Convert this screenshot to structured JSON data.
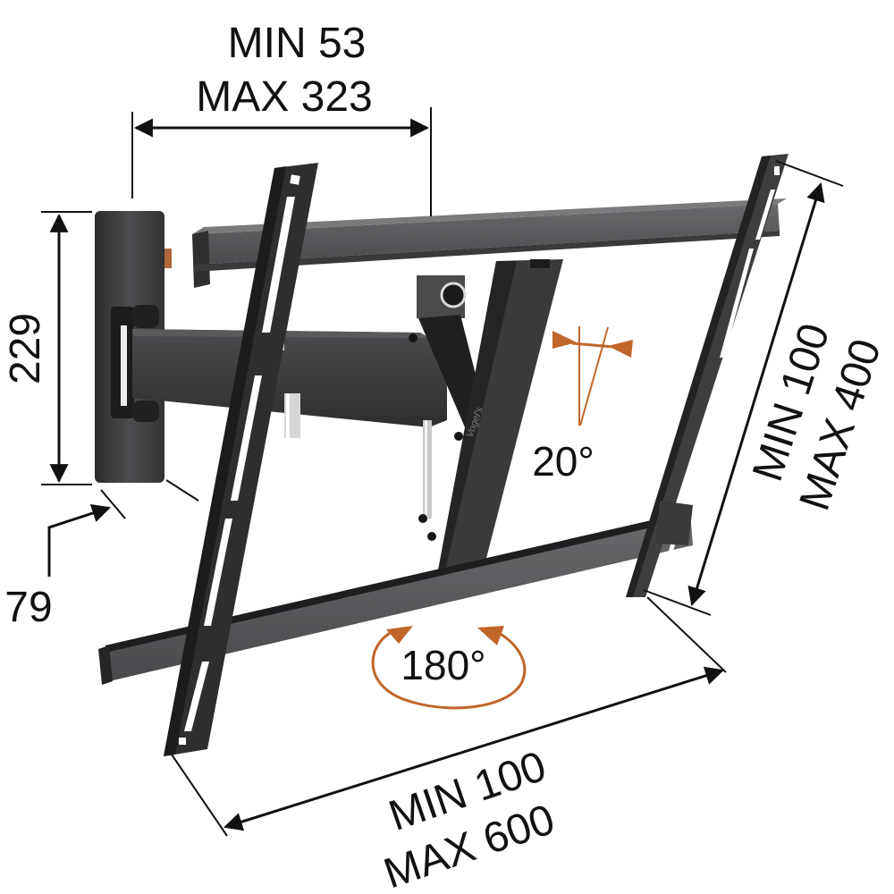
{
  "diagram": {
    "type": "product-dimension-diagram",
    "subject": "full-motion TV wall mount",
    "colors": {
      "background": "#ffffff",
      "metal_dark": "#2a2a2c",
      "metal_mid": "#4a4a4d",
      "metal_light": "#6d6d70",
      "accent_orange": "#c0662a",
      "dimension_line": "#111111"
    },
    "dimensions": {
      "arm_depth": {
        "min_label": "MIN 53",
        "max_label": "MAX 323"
      },
      "wall_plate_height": {
        "label": "229"
      },
      "wall_plate_depth": {
        "label": "79"
      },
      "vesa_vertical": {
        "min_label": "MIN 100",
        "max_label": "MAX 400"
      },
      "vesa_horizontal": {
        "min_label": "MIN 100",
        "max_label": "MAX 600"
      }
    },
    "motion": {
      "tilt": {
        "label": "20°",
        "icon": "tilt-angle-icon"
      },
      "swivel": {
        "label": "180°",
        "icon": "rotate-arrows-icon"
      }
    },
    "brand_mark": "Vogel's"
  }
}
